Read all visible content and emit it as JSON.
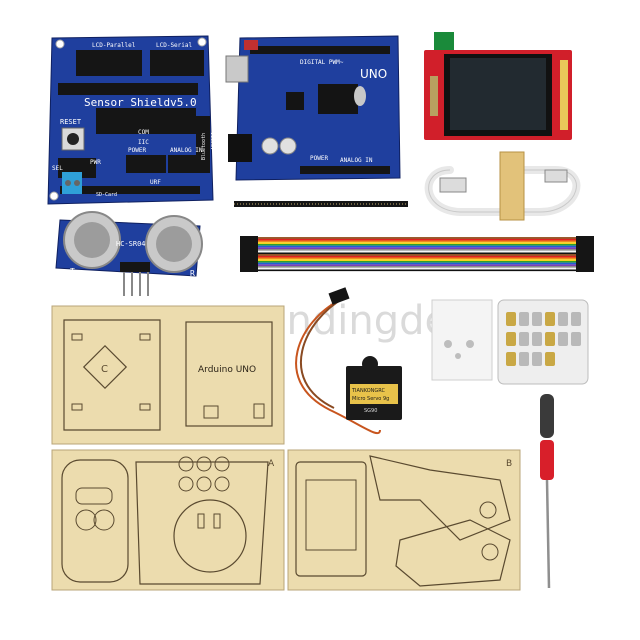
{
  "watermark": "outstandingdeal",
  "sensor_shield": {
    "title": "Sensor Shieldv5.0",
    "lcd_parallel": "LCD-Parallel",
    "lcd_serial": "LCD-Serial",
    "reset": "RESET",
    "sd_card": "SD-Card",
    "urf": "URF",
    "power": "POWER",
    "analog_in": "ANALOG IN",
    "bluetooth": "Bluetooth",
    "apc220": "APC220",
    "com": "COM",
    "iic": "IIC",
    "pwr": "PWR",
    "sel": "SEL"
  },
  "uno_board": {
    "label": "UNO",
    "digital": "DIGITAL PWM~",
    "analog": "ANALOG IN",
    "power": "POWER"
  },
  "ultrasonic": {
    "model": "HC-SR04",
    "t": "T",
    "r": "R"
  },
  "wood_frame": {
    "board_label": "Arduino UNO",
    "center_mark": "C",
    "panel_a": "A",
    "panel_b": "B"
  },
  "servo": {
    "brand": "TIANKONGRC",
    "model": "Micro Servo 9g",
    "part": "SG90"
  },
  "colors": {
    "pcb_blue": "#1f3f9e",
    "pcb_dark": "#132a74",
    "tft_red": "#d11f2a",
    "wood": "#ecdcae",
    "wood_line": "#5a4a30"
  },
  "icons": [
    "screwdriver-icon",
    "usb-cable-icon",
    "pin-header-icon",
    "jumper-wire-icon"
  ]
}
